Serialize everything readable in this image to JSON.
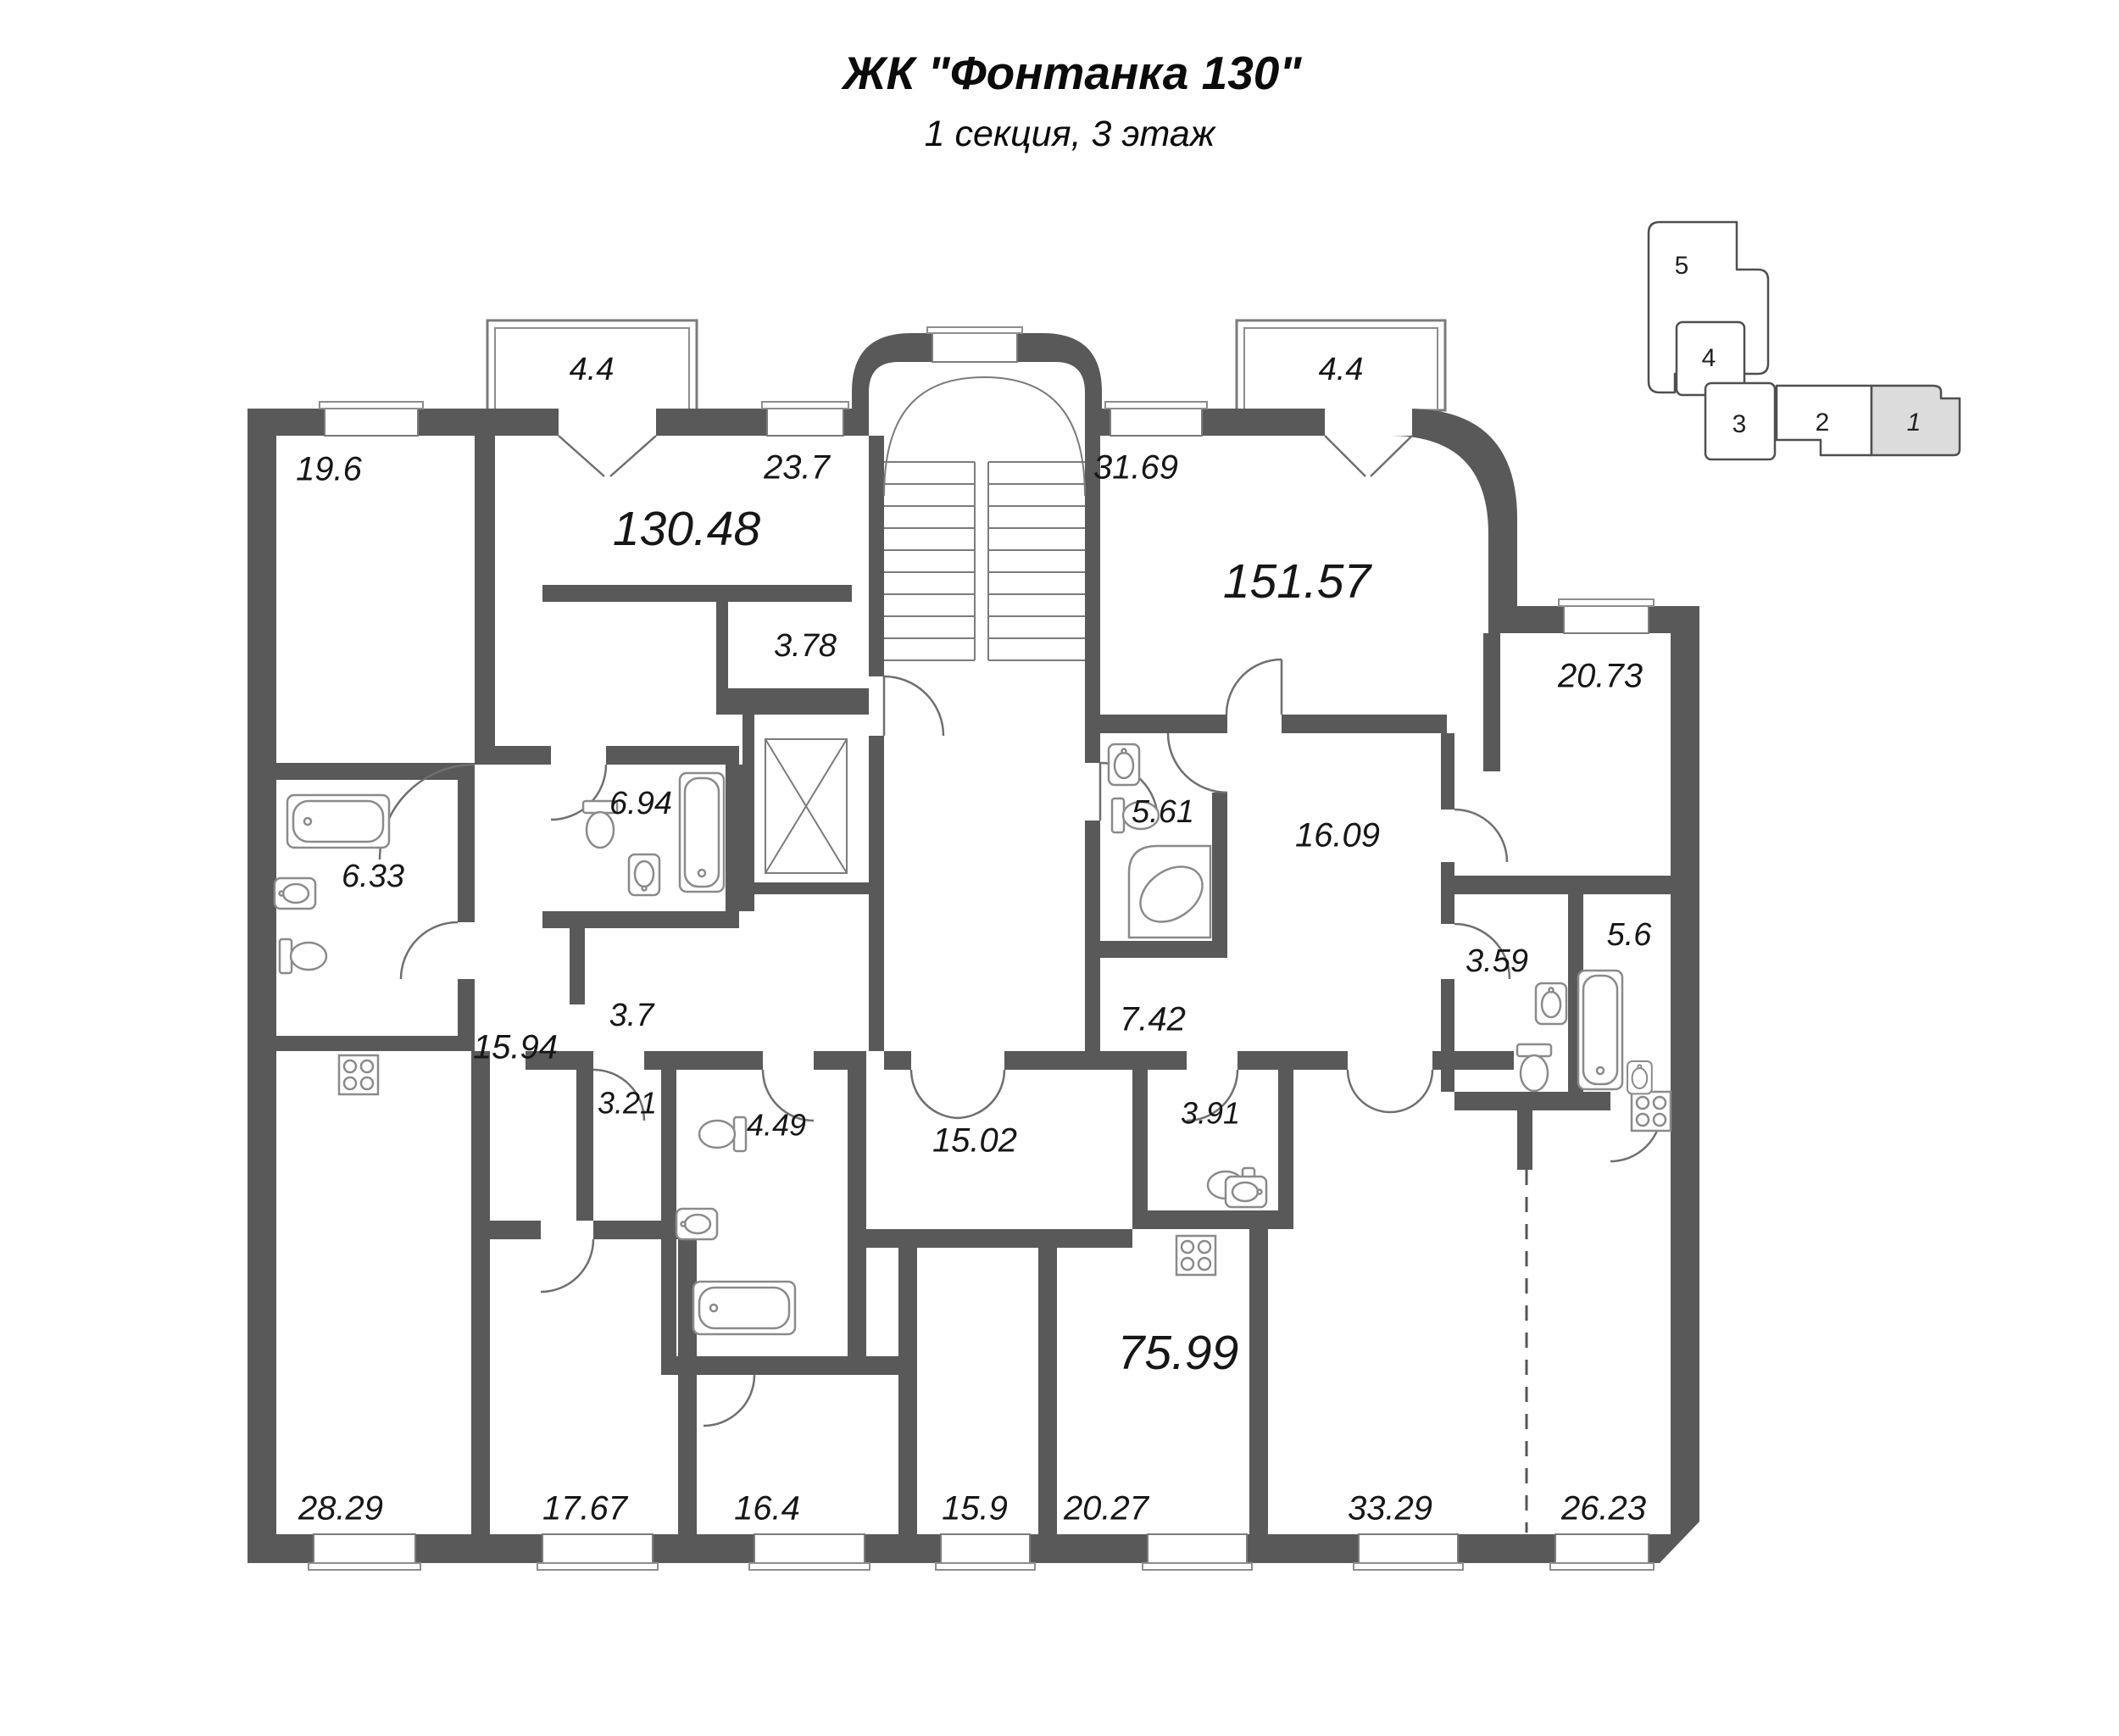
{
  "title": "ЖК \"Фонтанка 130\"",
  "subtitle": "1 секция, 3 этаж",
  "key_plan": {
    "section_1": "1",
    "section_2": "2",
    "section_3": "3",
    "section_4": "4",
    "section_5": "5",
    "highlighted_section": "1"
  },
  "apartments": {
    "apt_a_total": "130.48",
    "apt_b_total": "151.57",
    "apt_c_total": "75.99"
  },
  "rooms": {
    "balcony_left": "4.4",
    "balcony_right": "4.4",
    "r19_6": "19.6",
    "r23_7": "23.7",
    "r31_69": "31.69",
    "r3_78": "3.78",
    "r20_73": "20.73",
    "r6_94": "6.94",
    "r5_61": "5.61",
    "r16_09": "16.09",
    "r6_33": "6.33",
    "r3_7": "3.7",
    "r15_94": "15.94",
    "r7_42": "7.42",
    "r3_59": "3.59",
    "r5_6": "5.6",
    "r3_21": "3.21",
    "r4_49": "4.49",
    "r15_02": "15.02",
    "r3_91": "3.91",
    "r28_29": "28.29",
    "r17_67": "17.67",
    "r16_4": "16.4",
    "r15_9": "15.9",
    "r20_27": "20.27",
    "r33_29": "33.29",
    "r26_23": "26.23"
  }
}
